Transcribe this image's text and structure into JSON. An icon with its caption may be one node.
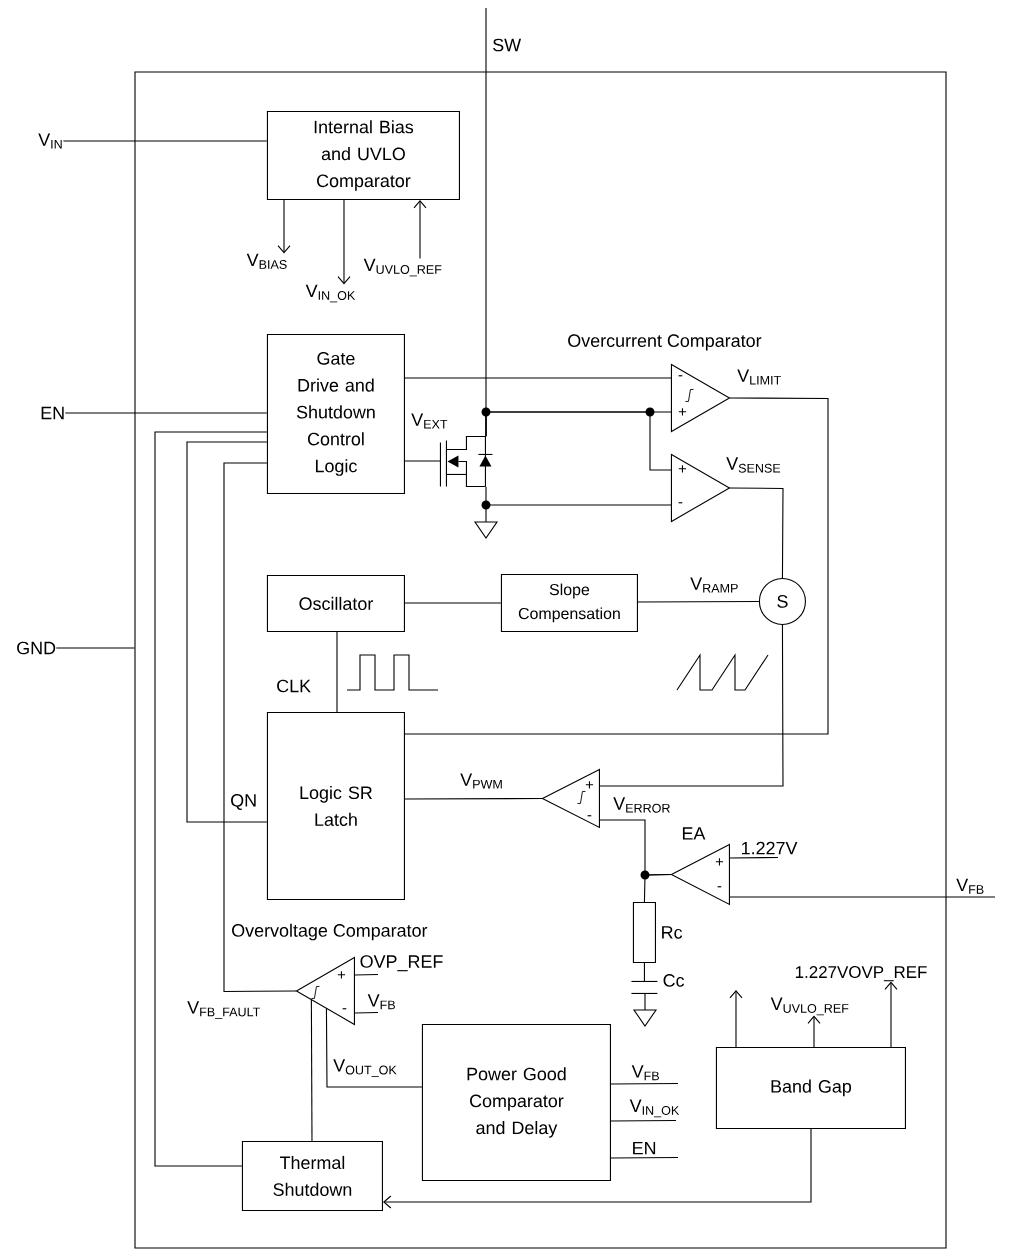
{
  "diagram": {
    "nodes": [
      {
        "text": [],
        "shape": "box"
      },
      {
        "text": [
          "Internal Bias and UVLO Comparator"
        ],
        "in": 0
      },
      {
        "text": [
          "Gate Drive and Shutdown Control Logic"
        ],
        "in": 0
      },
      {
        "text": [
          "Oscillator"
        ],
        "in": 0
      },
      {
        "text": [
          "Slope Compensation"
        ],
        "in": 0
      },
      {
        "text": [
          "S"
        ],
        "in": 0
      },
      {
        "text": [
          "Logic SR Latch"
        ],
        "in": 0
      },
      {
        "text": [
          "Power Good Comparator and Delay"
        ],
        "in": 0
      },
      {
        "text": [
          "Band Gap"
        ],
        "in": 0
      },
      {
        "text": [
          "Thermal Shutdown"
        ],
        "in": 0
      },
      {
        "text": [
          "Overcurrent Comparator",
          "-",
          "+"
        ],
        "in": 0
      },
      {
        "text": [
          "+",
          "-"
        ],
        "in": 0
      },
      {
        "text": [
          "+",
          "-"
        ],
        "in": 0
      },
      {
        "text": [
          "EA",
          "+",
          "-"
        ],
        "in": 0
      },
      {
        "text": [
          "+",
          "-"
        ],
        "in": 0
      },
      {
        "text": [],
        "shape": "transistor",
        "in": 0
      },
      {
        "text": [
          "Rc"
        ],
        "in": 0
      },
      {
        "text": [
          "Cc"
        ],
        "in": 0
      },
      {
        "text": [
          "V$_{IN}$"
        ]
      },
      {
        "text": [
          "V$_{BIAS}$"
        ],
        "in": 0
      },
      {
        "text": [
          "V$_{UVLO_REF}$"
        ],
        "in": 0
      },
      {
        "text": [
          "V$_{IN_OK}$"
        ],
        "in": 0
      },
      {
        "text": [
          "EN"
        ]
      },
      {
        "text": [
          "GND"
        ]
      },
      {
        "text": [
          "1.227V"
        ],
        "in": 0
      },
      {
        "text": [
          "V$_{FB}$"
        ]
      },
      {
        "text": [
          "OVP_REF"
        ],
        "in": 0
      },
      {
        "text": [
          "V$_{FB}$"
        ],
        "in": 0
      },
      {
        "text": [
          "1.227VOVP_REF"
        ],
        "in": 0
      },
      {
        "text": [
          "V$_{UVLO_REF}$"
        ],
        "in": 0
      },
      {
        "text": [
          "V$_{FB}$"
        ],
        "in": 0
      },
      {
        "text": [
          "V$_{IN_OK}$"
        ],
        "in": 0
      },
      {
        "text": [
          "EN"
        ],
        "in": 0
      }
    ],
    "edges": [
      {
        "from": 18,
        "to": 1,
        "arrow": "none"
      },
      {
        "from": 1,
        "to": 19,
        "arrow": "to"
      },
      {
        "from": 1,
        "to": 21,
        "arrow": "to"
      },
      {
        "from": 20,
        "to": 1,
        "arrow": "to"
      },
      {
        "from": null,
        "to": 15,
        "arrow": "none"
      },
      {
        "from": 2,
        "to": 10,
        "arrow": "none"
      },
      {
        "from": 22,
        "to": 2,
        "arrow": "none"
      },
      {
        "from": 2,
        "to": 15,
        "arrow": "none"
      },
      {
        "from": 15,
        "to": 10,
        "arrow": "none"
      },
      {
        "from": 15,
        "to": 11,
        "arrow": "none"
      },
      {
        "from": 15,
        "to": 11,
        "arrow": "none"
      },
      {
        "from": 10,
        "to": 6,
        "arrow": "none"
      },
      {
        "from": 11,
        "to": 5,
        "arrow": "none"
      },
      {
        "from": 3,
        "to": 4,
        "arrow": "none"
      },
      {
        "from": 4,
        "to": 5,
        "arrow": "none"
      },
      {
        "from": 3,
        "to": 6,
        "arrow": "none"
      },
      {
        "from": 5,
        "to": 12,
        "arrow": "none"
      },
      {
        "from": 12,
        "to": 6,
        "arrow": "none"
      },
      {
        "from": 13,
        "to": 12,
        "arrow": "none"
      },
      {
        "from": 13,
        "to": 16,
        "arrow": "none"
      },
      {
        "from": 16,
        "to": 17,
        "arrow": "none"
      },
      {
        "from": 24,
        "to": 13,
        "arrow": "none"
      },
      {
        "from": 25,
        "to": 13,
        "arrow": "none"
      },
      {
        "from": 9,
        "to": 2,
        "arrow": "none"
      },
      {
        "from": 6,
        "to": 2,
        "arrow": "none"
      },
      {
        "from": 14,
        "to": 2,
        "arrow": "none"
      },
      {
        "from": 26,
        "to": 14,
        "arrow": "none"
      },
      {
        "from": 27,
        "to": 14,
        "arrow": "none"
      },
      {
        "from": 7,
        "to": 14,
        "arrow": "none"
      },
      {
        "from": 9,
        "to": 14,
        "arrow": "none"
      },
      {
        "from": 30,
        "to": 7,
        "arrow": "none"
      },
      {
        "from": 31,
        "to": 7,
        "arrow": "none"
      },
      {
        "from": 32,
        "to": 7,
        "arrow": "none"
      },
      {
        "from": 8,
        "to": null,
        "arrow": "to"
      },
      {
        "from": 8,
        "to": 29,
        "arrow": "to"
      },
      {
        "from": 8,
        "to": 28,
        "arrow": "to"
      },
      {
        "from": 8,
        "to": 9,
        "arrow": "to"
      },
      {
        "from": 23,
        "to": 0,
        "arrow": "none"
      }
    ],
    "labels": [
      "SW",
      "V$_{LIMIT}$",
      "V$_{EXT}$",
      "V$_{SENSE}$",
      "V$_{RAMP}$",
      "CLK",
      "V$_{PWM}$",
      "QN",
      "V$_{ERROR}$",
      "Overvoltage Comparator",
      "V$_{FB_FAULT}$",
      "V$_{OUT_OK}$"
    ]
  }
}
